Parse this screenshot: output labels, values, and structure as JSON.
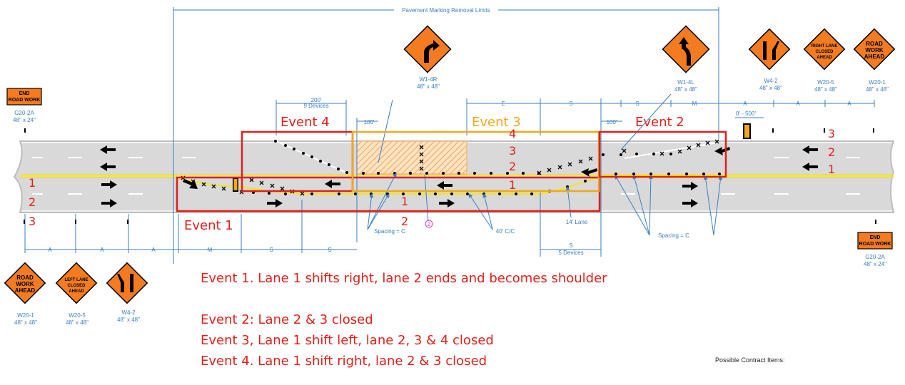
{
  "diagram": {
    "title": "Pavement Marking Removal Limits",
    "signs": {
      "w1_4r": {
        "code": "W1-4R",
        "size": "48\" x 48\""
      },
      "w1_4l": {
        "code": "W1-4L",
        "size": "48\" x 48\""
      },
      "w4_2_top": {
        "code": "W4-2",
        "size": "48\" x 48\""
      },
      "w20_5_top": {
        "code": "W20-5",
        "size": "48\" x 48\"",
        "text": [
          "RIGHT LANE",
          "CLOSED",
          "AHEAD"
        ]
      },
      "w20_1_top": {
        "code": "W20-1",
        "size": "48\" x 48\"",
        "text": [
          "ROAD",
          "WORK",
          "AHEAD"
        ]
      },
      "g20_2a_left": {
        "code": "G20-2A",
        "size": "48\" x 24\"",
        "text": [
          "END",
          "ROAD WORK"
        ]
      },
      "g20_2a_right": {
        "code": "G20-2A",
        "size": "48\" x 24\"",
        "text": [
          "END",
          "ROAD WORK"
        ]
      },
      "w20_1_bottom": {
        "code": "W20-1",
        "size": "48\" x 48\"",
        "text": [
          "ROAD",
          "WORK",
          "AHEAD"
        ]
      },
      "w20_5_bottom": {
        "code": "W20-5",
        "size": "48\" x 48\"",
        "text": [
          "LEFT LANE",
          "CLOSED",
          "AHEAD"
        ]
      },
      "w4_2_bottom": {
        "code": "W4-2",
        "size": "48\" x 48\""
      }
    },
    "dimensions": {
      "devices_200": {
        "length": "200'",
        "count": "9 Devices"
      },
      "taper_100_left": "100'",
      "taper_100_right": "100'",
      "top_E": "E",
      "top_S1": "S",
      "top_S2": "S",
      "top_M": "M",
      "top_A": [
        "A",
        "A",
        "A"
      ],
      "range_0_500": "0' - 500'",
      "bottom_A": [
        "A",
        "A",
        "A"
      ],
      "bottom_M": "M",
      "bottom_S": [
        "S",
        "S"
      ],
      "bottom_S_devices": {
        "label": "S",
        "count": "5 Devices"
      },
      "spacing_c_left": "Spacing = C",
      "spacing_c_right": "Spacing = C",
      "cc_40": "40' C/C",
      "lane_14": "14' Lane",
      "callout_2": "2"
    },
    "events": {
      "event1": "Event 1",
      "event2": "Event 2",
      "event3": "Event 3",
      "event4": "Event 4"
    },
    "lane_labels": {
      "left": [
        "1",
        "2",
        "3"
      ],
      "right": [
        "3",
        "2",
        "1"
      ],
      "event3_lanes": [
        "4",
        "3",
        "2",
        "1"
      ],
      "center_1": "1",
      "center_2": "2"
    },
    "colors": {
      "event_red": "#e0201a",
      "event_orange": "#f2a81a",
      "dimension_blue": "#3a7fc0",
      "sign_orange": "#f47b20"
    }
  },
  "notes": {
    "event1": "Event 1.  Lane 1 shifts right, lane 2 ends and becomes shoulder",
    "event2": "Event 2: Lane 2 & 3 closed",
    "event3": "Event 3, Lane 1 shift left, lane 2, 3 & 4 closed",
    "event4": "Event 4. Lane 1 shift right, lane 2 & 3 closed",
    "footer_cut": "Possible Contract Items:"
  }
}
